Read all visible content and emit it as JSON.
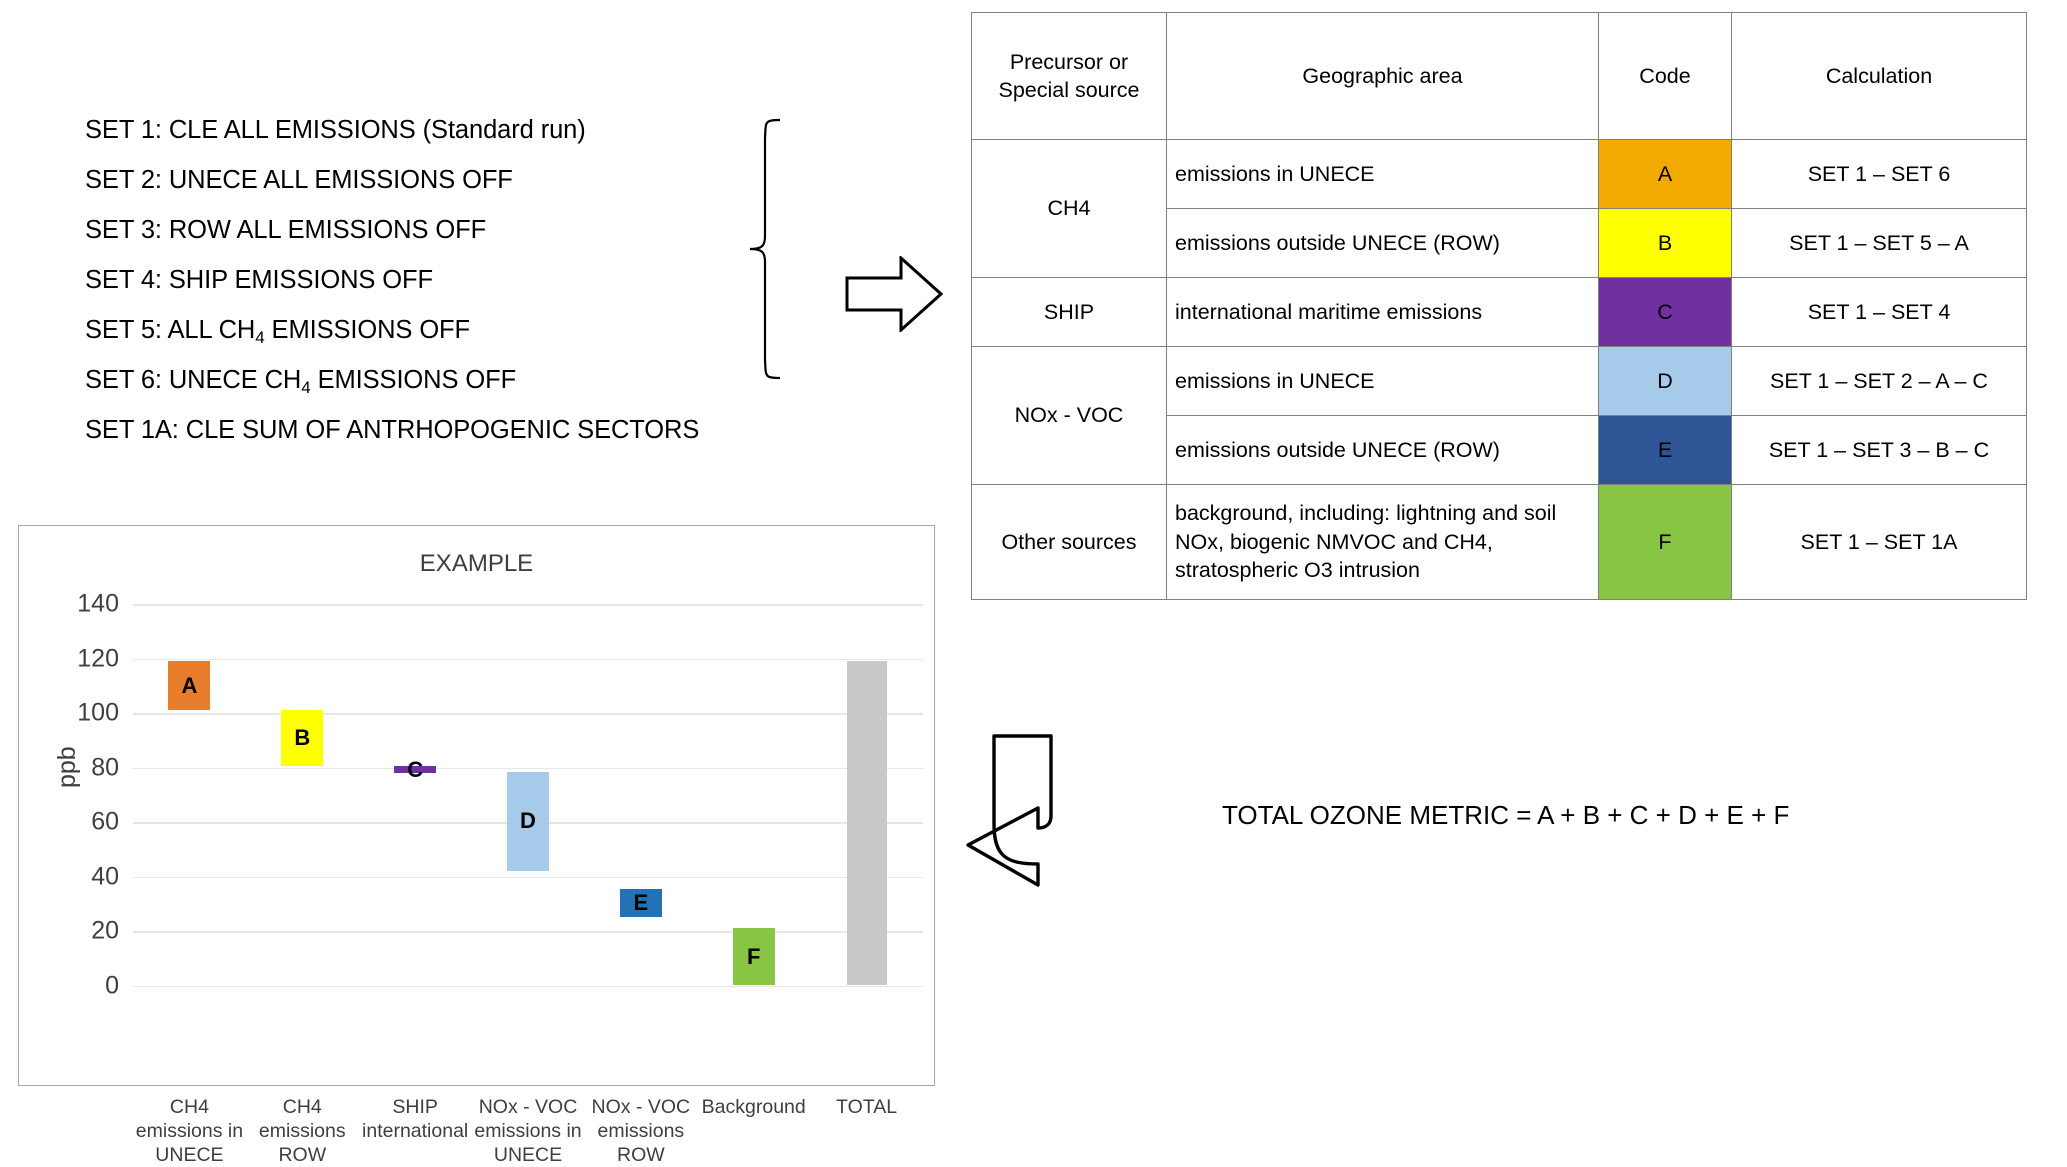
{
  "sets": {
    "items": [
      {
        "text": "SET 1: CLE ALL EMISSIONS (Standard run)"
      },
      {
        "text": "SET 2: UNECE ALL  EMISSIONS OFF"
      },
      {
        "text": "SET 3: ROW ALL EMISSIONS OFF"
      },
      {
        "text": "SET 4: SHIP EMISSIONS OFF"
      },
      {
        "pre": "SET 5: ALL CH",
        "sub": "4",
        "post": " EMISSIONS OFF"
      },
      {
        "pre": "SET 6: UNECE CH",
        "sub": "4",
        "post": " EMISSIONS OFF"
      },
      {
        "text": "SET 1A: CLE SUM OF ANTRHOPOGENIC SECTORS"
      }
    ]
  },
  "table": {
    "headers": [
      "Precursor or Special source",
      "Geographic area",
      "Code",
      "Calculation"
    ],
    "header_precursor_line1": "Precursor or",
    "header_precursor_line2": "Special source",
    "header_geographic": "Geographic area",
    "header_code": "Code",
    "header_calculation": "Calculation",
    "rows": [
      {
        "precursor": "CH4",
        "geographic": "emissions in UNECE",
        "code": "A",
        "code_color": "#F2A900",
        "calculation": "SET 1 – SET 6"
      },
      {
        "precursor": "",
        "geographic": "emissions outside UNECE (ROW)",
        "code": "B",
        "code_color": "#FFFF00",
        "calculation": "SET 1 – SET 5 – A"
      },
      {
        "precursor": "SHIP",
        "geographic": "international maritime emissions",
        "code": "C",
        "code_color": "#7030A0",
        "calculation": "SET 1 – SET 4"
      },
      {
        "precursor": "NOx - VOC",
        "geographic": "emissions in UNECE",
        "code": "D",
        "code_color": "#A6CBEA",
        "calculation": "SET 1 – SET 2 – A – C"
      },
      {
        "precursor": "",
        "geographic": "emissions outside UNECE (ROW)",
        "code": "E",
        "code_color": "#2E5596",
        "calculation": "SET 1 – SET 3 – B – C"
      },
      {
        "precursor": "Other sources",
        "geographic": "background,  including: lightning and soil NOx, biogenic NMVOC and CH4, stratospheric O3 intrusion",
        "code": "F",
        "code_color": "#88C542",
        "calculation": "SET 1 – SET 1A"
      }
    ]
  },
  "equation": {
    "text": "TOTAL OZONE METRIC = A + B + C + D + E + F"
  },
  "chart_data": {
    "type": "bar",
    "title": "EXAMPLE",
    "xlabel": "",
    "ylabel": "ppb",
    "ylim": [
      0,
      140
    ],
    "yticks": [
      140,
      120,
      100,
      80,
      60,
      40,
      20,
      0
    ],
    "grid": true,
    "legend": false,
    "waterfall": true,
    "categories": [
      "CH4 emissions in UNECE",
      "CH4 emissions ROW",
      "SHIP international",
      "NOx - VOC emissions in UNECE",
      "NOx - VOC emissions ROW",
      "Background",
      "TOTAL"
    ],
    "category_lines": [
      [
        "CH4",
        "emissions in",
        "UNECE"
      ],
      [
        "CH4",
        "emissions",
        "ROW"
      ],
      [
        "SHIP",
        "international",
        ""
      ],
      [
        "NOx - VOC",
        "emissions in",
        "UNECE"
      ],
      [
        "NOx - VOC",
        "emissions",
        "ROW"
      ],
      [
        "Background",
        "",
        ""
      ],
      [
        "TOTAL",
        "",
        ""
      ]
    ],
    "bars": [
      {
        "label": "A",
        "base": 101,
        "top": 119,
        "value": 18,
        "color": "#E87D2B"
      },
      {
        "label": "B",
        "base": 80.5,
        "top": 101,
        "value": 20.5,
        "color": "#FFFF00"
      },
      {
        "label": "C",
        "base": 79,
        "top": 80.5,
        "value": 1.5,
        "color": "#7030A0"
      },
      {
        "label": "D",
        "base": 42,
        "top": 78.5,
        "value": 36.5,
        "color": "#A6CBEA"
      },
      {
        "label": "E",
        "base": 25,
        "top": 35.5,
        "value": 10.5,
        "color": "#2272B5"
      },
      {
        "label": "F",
        "base": 0,
        "top": 21,
        "value": 21,
        "color": "#88C542"
      },
      {
        "label": "",
        "base": 0,
        "top": 119,
        "value": 119,
        "color": "#C9C9C9"
      }
    ]
  }
}
